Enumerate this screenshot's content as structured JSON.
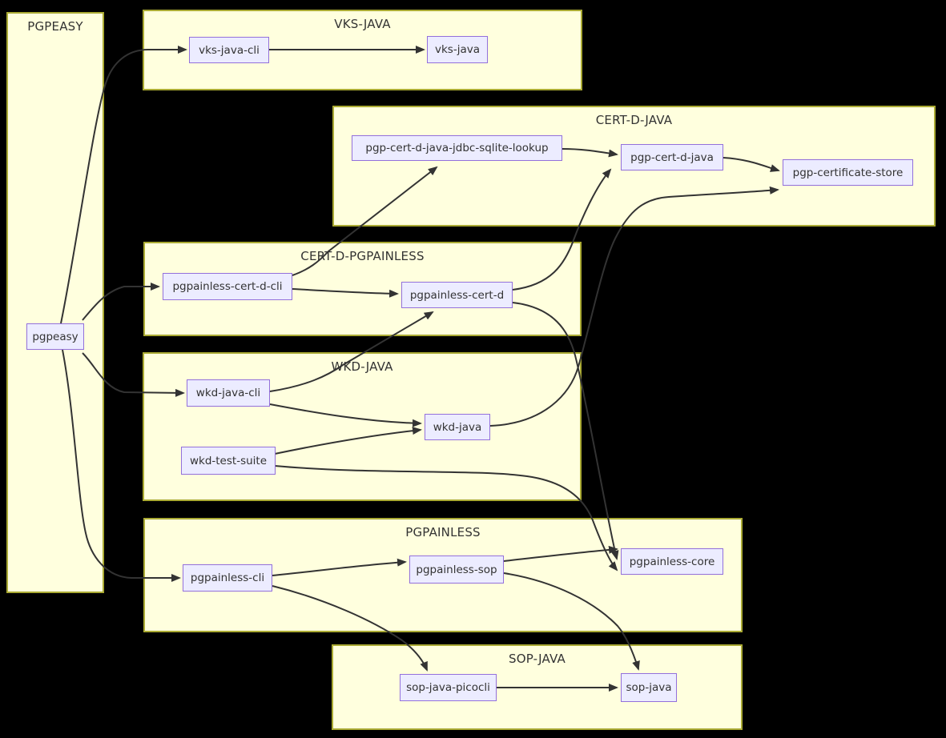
{
  "diagram": {
    "type": "dependency-flowchart",
    "colors": {
      "background": "#000000",
      "cluster_fill": "#ffffde",
      "cluster_border": "#aaaa33",
      "node_fill": "#ececff",
      "node_border": "#9370db",
      "edge": "#333333",
      "text": "#333333"
    },
    "subgraphs": [
      {
        "id": "pgpeasy-group",
        "label": "PGPEASY"
      },
      {
        "id": "vks-java-group",
        "label": "VKS-JAVA"
      },
      {
        "id": "cert-d-java-group",
        "label": "CERT-D-JAVA"
      },
      {
        "id": "cert-d-pgpainless-group",
        "label": "CERT-D-PGPAINLESS"
      },
      {
        "id": "wkd-java-group",
        "label": "WKD-JAVA"
      },
      {
        "id": "pgpainless-group",
        "label": "PGPAINLESS"
      },
      {
        "id": "sop-java-group",
        "label": "SOP-JAVA"
      }
    ],
    "nodes": [
      {
        "id": "pgpeasy",
        "label": "pgpeasy"
      },
      {
        "id": "vks-java-cli",
        "label": "vks-java-cli"
      },
      {
        "id": "vks-java",
        "label": "vks-java"
      },
      {
        "id": "pgp-cert-d-java-jdbc-sqlite-lookup",
        "label": "pgp-cert-d-java-jdbc-sqlite-lookup"
      },
      {
        "id": "pgp-cert-d-java",
        "label": "pgp-cert-d-java"
      },
      {
        "id": "pgp-certificate-store",
        "label": "pgp-certificate-store"
      },
      {
        "id": "pgpainless-cert-d-cli",
        "label": "pgpainless-cert-d-cli"
      },
      {
        "id": "pgpainless-cert-d",
        "label": "pgpainless-cert-d"
      },
      {
        "id": "wkd-java-cli",
        "label": "wkd-java-cli"
      },
      {
        "id": "wkd-java",
        "label": "wkd-java"
      },
      {
        "id": "wkd-test-suite",
        "label": "wkd-test-suite"
      },
      {
        "id": "pgpainless-cli",
        "label": "pgpainless-cli"
      },
      {
        "id": "pgpainless-sop",
        "label": "pgpainless-sop"
      },
      {
        "id": "pgpainless-core",
        "label": "pgpainless-core"
      },
      {
        "id": "sop-java-picocli",
        "label": "sop-java-picocli"
      },
      {
        "id": "sop-java",
        "label": "sop-java"
      }
    ],
    "edges": [
      {
        "from": "pgpeasy",
        "to": "vks-java-cli"
      },
      {
        "from": "pgpeasy",
        "to": "pgpainless-cert-d-cli"
      },
      {
        "from": "pgpeasy",
        "to": "wkd-java-cli"
      },
      {
        "from": "pgpeasy",
        "to": "pgpainless-cli"
      },
      {
        "from": "vks-java-cli",
        "to": "vks-java"
      },
      {
        "from": "pgp-cert-d-java-jdbc-sqlite-lookup",
        "to": "pgp-cert-d-java"
      },
      {
        "from": "pgp-cert-d-java",
        "to": "pgp-certificate-store"
      },
      {
        "from": "pgpainless-cert-d-cli",
        "to": "pgp-cert-d-java-jdbc-sqlite-lookup"
      },
      {
        "from": "pgpainless-cert-d-cli",
        "to": "pgpainless-cert-d"
      },
      {
        "from": "pgpainless-cert-d",
        "to": "pgp-cert-d-java"
      },
      {
        "from": "pgpainless-cert-d",
        "to": "pgpainless-core"
      },
      {
        "from": "wkd-java-cli",
        "to": "wkd-java"
      },
      {
        "from": "wkd-java-cli",
        "to": "pgpainless-cert-d"
      },
      {
        "from": "wkd-java",
        "to": "pgp-certificate-store"
      },
      {
        "from": "wkd-test-suite",
        "to": "wkd-java"
      },
      {
        "from": "wkd-test-suite",
        "to": "pgpainless-core"
      },
      {
        "from": "pgpainless-cli",
        "to": "pgpainless-sop"
      },
      {
        "from": "pgpainless-cli",
        "to": "sop-java-picocli"
      },
      {
        "from": "pgpainless-sop",
        "to": "pgpainless-core"
      },
      {
        "from": "pgpainless-sop",
        "to": "sop-java"
      },
      {
        "from": "sop-java-picocli",
        "to": "sop-java"
      }
    ]
  }
}
